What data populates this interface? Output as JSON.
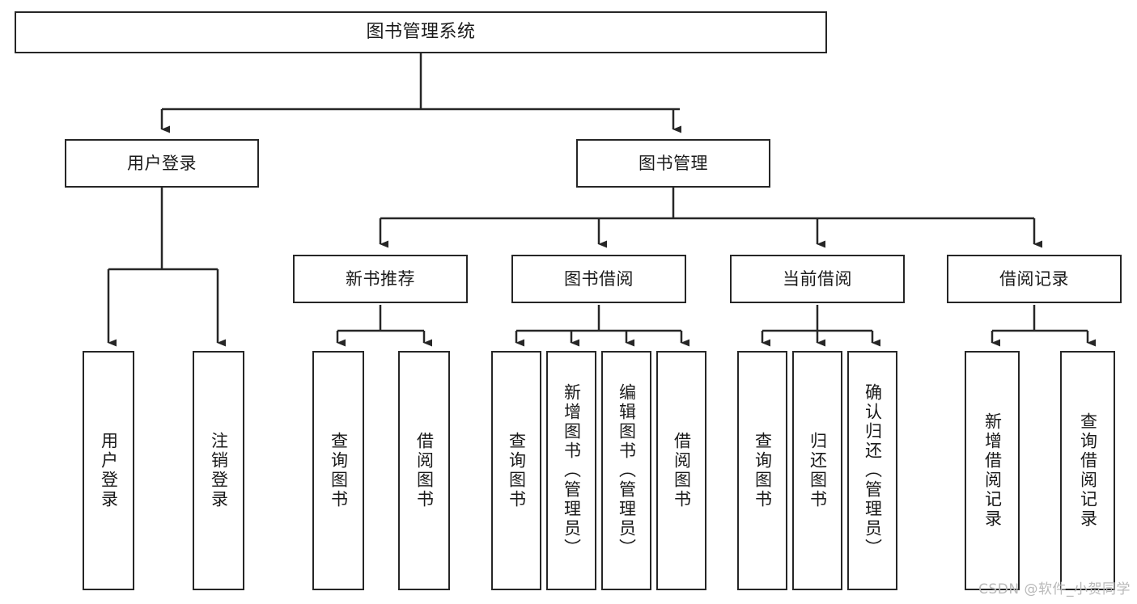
{
  "diagram": {
    "title": "图书管理系统",
    "type": "tree-hierarchy",
    "root": {
      "label": "图书管理系统"
    },
    "level2": [
      {
        "label": "用户登录"
      },
      {
        "label": "图书管理"
      }
    ],
    "level3": [
      {
        "label": "新书推荐"
      },
      {
        "label": "图书借阅"
      },
      {
        "label": "当前借阅"
      },
      {
        "label": "借阅记录"
      }
    ],
    "leaves": {
      "user_login": [
        {
          "label": "用户登录"
        },
        {
          "label": "注销登录"
        }
      ],
      "new_book_recommend": [
        {
          "label": "查询图书"
        },
        {
          "label": "借阅图书"
        }
      ],
      "book_borrow": [
        {
          "label": "查询图书"
        },
        {
          "label": "新增图书（管理员）"
        },
        {
          "label": "编辑图书（管理员）"
        },
        {
          "label": "借阅图书"
        }
      ],
      "current_borrow": [
        {
          "label": "查询图书"
        },
        {
          "label": "归还图书"
        },
        {
          "label": "确认归还（管理员）"
        }
      ],
      "borrow_record": [
        {
          "label": "新增借阅记录"
        },
        {
          "label": "查询借阅记录"
        }
      ]
    }
  },
  "watermark": {
    "text": "CSDN @软件_小贺同学"
  },
  "colors": {
    "stroke": "#262626",
    "background": "#ffffff",
    "text": "#1a1a1a",
    "watermark": "#b9b9b9"
  }
}
